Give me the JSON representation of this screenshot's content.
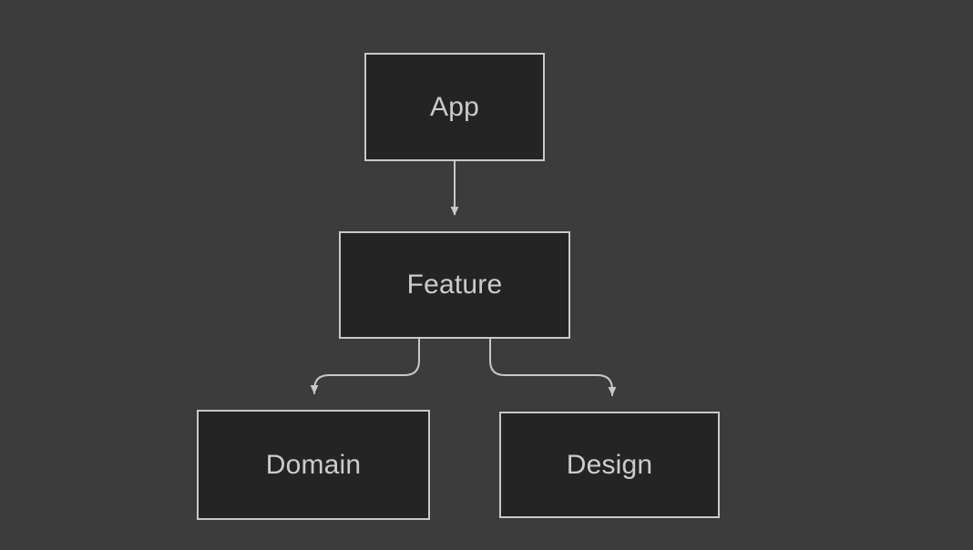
{
  "diagram": {
    "type": "flowchart",
    "direction": "top-down",
    "theme": "dark",
    "background_color": "#3c3c3c",
    "node_fill_color": "#242424",
    "node_border_color": "#c9c9c9",
    "edge_color": "#c9c9c9",
    "text_color": "#cccccc",
    "nodes": [
      {
        "id": "app",
        "label": "App"
      },
      {
        "id": "feature",
        "label": "Feature"
      },
      {
        "id": "domain",
        "label": "Domain"
      },
      {
        "id": "design",
        "label": "Design"
      }
    ],
    "edges": [
      {
        "from": "app",
        "to": "feature",
        "style": "straight",
        "arrow": "filled-triangle"
      },
      {
        "from": "feature",
        "to": "domain",
        "style": "curved",
        "arrow": "filled-triangle"
      },
      {
        "from": "feature",
        "to": "design",
        "style": "curved",
        "arrow": "filled-triangle"
      }
    ]
  }
}
